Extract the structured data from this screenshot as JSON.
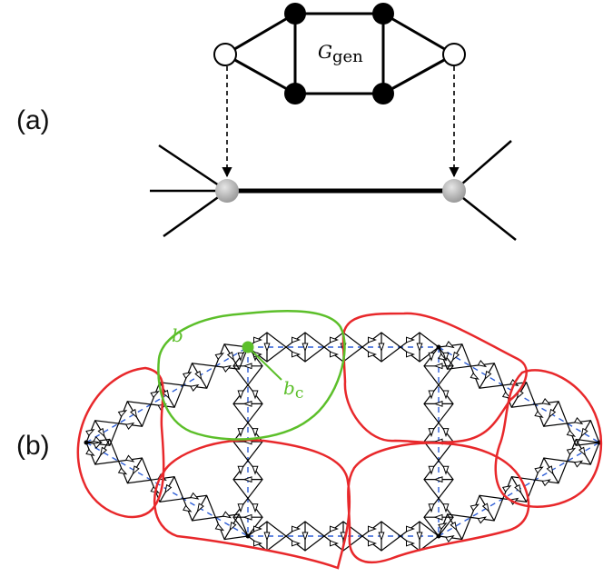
{
  "panel_a": {
    "label": "(a)",
    "gadget_label_main": "G",
    "gadget_label_sub": "gen"
  },
  "panel_b": {
    "label": "(b)",
    "block_label": "b",
    "center_label_main": "b",
    "center_label_sub": "c"
  },
  "colors": {
    "edge": "#000000",
    "open_vertex_fill": "#ffffff",
    "filled_vertex": "#000000",
    "terminal_gray": "#b8b8b8",
    "boundary_red": "#e8282b",
    "boundary_green": "#5cbf2a",
    "dashed_blue": "#2f5fd6"
  }
}
